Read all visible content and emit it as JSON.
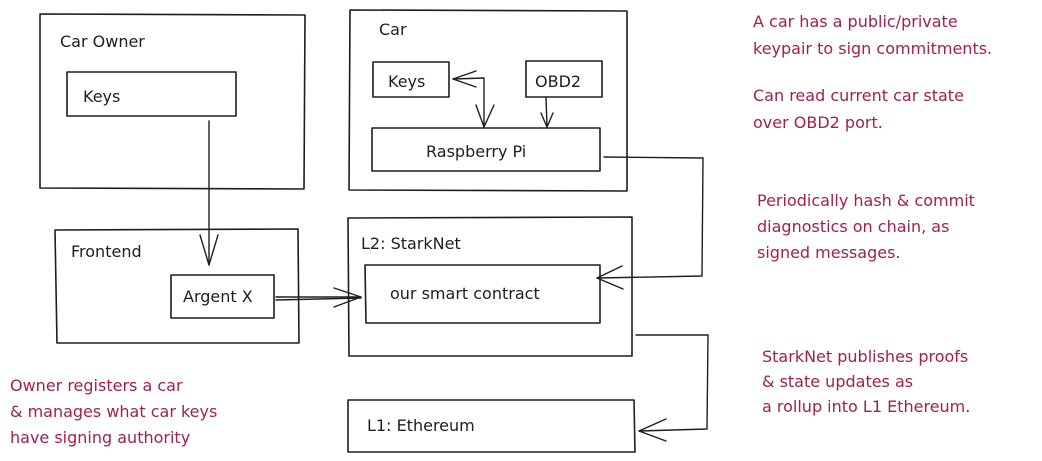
{
  "colors": {
    "stroke": "#1e1e1e",
    "annotation": "#a61e4d",
    "background": "#ffffff"
  },
  "nodes": {
    "car_owner": {
      "title": "Car Owner",
      "keys": "Keys"
    },
    "car": {
      "title": "Car",
      "keys": "Keys",
      "obd2": "OBD2",
      "raspberry_pi": "Raspberry Pi"
    },
    "frontend": {
      "title": "Frontend",
      "argent_x": "Argent X"
    },
    "l2": {
      "title": "L2: StarkNet",
      "contract": "our smart contract"
    },
    "l1": {
      "title": "L1: Ethereum"
    }
  },
  "edges": [
    {
      "from": "Car Owner / Keys",
      "to": "Frontend / Argent X"
    },
    {
      "from": "Frontend / Argent X",
      "to": "L2: StarkNet / our smart contract"
    },
    {
      "from": "Car / Raspberry Pi",
      "to": "L2: StarkNet / our smart contract"
    },
    {
      "from": "L2: StarkNet",
      "to": "L1: Ethereum"
    },
    {
      "from": "Car / Raspberry Pi",
      "to": "Car / Keys",
      "bidirectional": true
    },
    {
      "from": "Car / OBD2",
      "to": "Car / Raspberry Pi"
    }
  ],
  "annotations": {
    "car_keys": [
      "A car has a public/private",
      "keypair to sign commitments."
    ],
    "car_obd2": [
      "Can read current car state",
      "over OBD2 port."
    ],
    "commit": [
      "Periodically hash & commit",
      "diagnostics on chain, as",
      "signed messages."
    ],
    "rollup": [
      "StarkNet publishes proofs",
      "& state updates as",
      "a rollup into L1 Ethereum."
    ],
    "owner": [
      "Owner registers a car",
      "& manages what car keys",
      "have signing authority"
    ]
  }
}
